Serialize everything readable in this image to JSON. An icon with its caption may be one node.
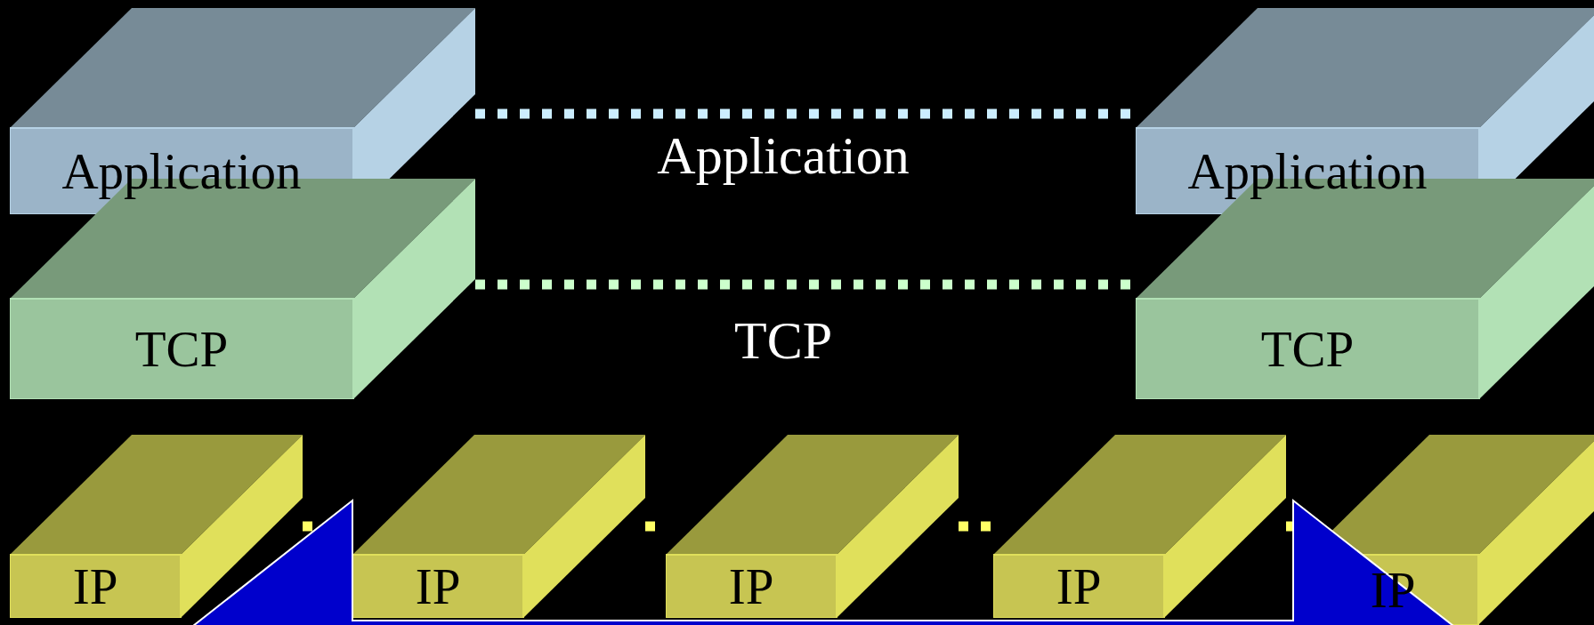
{
  "diagram": {
    "nodes": [
      {
        "text": [
          "Application"
        ]
      },
      {
        "text": [
          "Application"
        ]
      },
      {
        "text": [
          "TCP"
        ]
      },
      {
        "text": [
          "TCP"
        ]
      },
      {
        "text": [
          "IP"
        ]
      },
      {
        "text": [
          "IP"
        ]
      },
      {
        "text": [
          "IP"
        ]
      },
      {
        "text": [
          "IP"
        ]
      },
      {
        "text": [
          "IP"
        ]
      }
    ],
    "edges": [
      {
        "from": 0,
        "to": 1,
        "arrow": "none",
        "style": "dashed",
        "color": "#cceeff",
        "label": "Application"
      },
      {
        "from": 2,
        "to": 3,
        "arrow": "none",
        "style": "dashed",
        "color": "#ccffcc",
        "label": "TCP"
      },
      {
        "from": 4,
        "to": 5,
        "arrow": "none",
        "style": "dashed"
      },
      {
        "from": 5,
        "to": 6,
        "arrow": "none",
        "style": "dashed"
      },
      {
        "from": 6,
        "to": 7,
        "arrow": "none",
        "style": "dashed"
      },
      {
        "from": 7,
        "to": 8,
        "arrow": "none",
        "style": "dashed"
      }
    ]
  }
}
